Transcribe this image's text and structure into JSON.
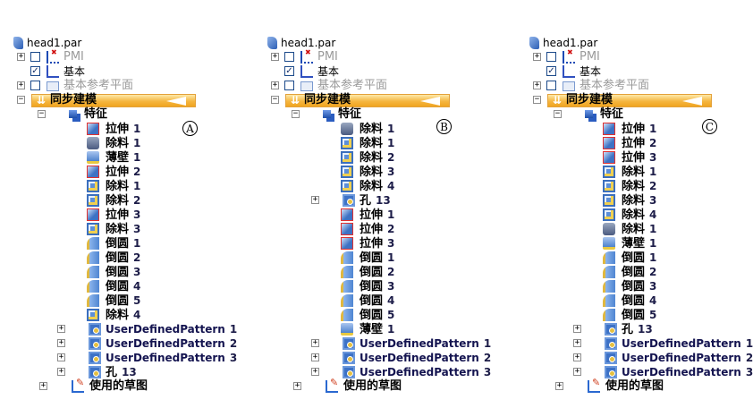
{
  "panels": [
    {
      "id": "A",
      "marker": "A",
      "root": "head1.par",
      "top": [
        {
          "label": "PMI",
          "icon": "pmi-icon",
          "exp": "+",
          "checked": false,
          "style": "grey"
        },
        {
          "label": "基本",
          "icon": "csys-icon",
          "exp": "",
          "checked": true,
          "style": "norm"
        },
        {
          "label": "基本参考平面",
          "icon": "plane-icon",
          "exp": "+",
          "checked": false,
          "style": "grey"
        }
      ],
      "sync": "同步建模",
      "group": "特征",
      "items": [
        {
          "label": "拉伸",
          "num": "1",
          "icon": "extrude"
        },
        {
          "label": "除料",
          "num": "1",
          "icon": "revcut"
        },
        {
          "label": "薄壁",
          "num": "1",
          "icon": "thin"
        },
        {
          "label": "拉伸",
          "num": "2",
          "icon": "extrude"
        },
        {
          "label": "除料",
          "num": "1",
          "icon": "cut"
        },
        {
          "label": "除料",
          "num": "2",
          "icon": "cut"
        },
        {
          "label": "拉伸",
          "num": "3",
          "icon": "extrude"
        },
        {
          "label": "除料",
          "num": "3",
          "icon": "cut"
        },
        {
          "label": "倒圆",
          "num": "1",
          "icon": "round"
        },
        {
          "label": "倒圆",
          "num": "2",
          "icon": "round"
        },
        {
          "label": "倒圆",
          "num": "3",
          "icon": "round"
        },
        {
          "label": "倒圆",
          "num": "4",
          "icon": "round"
        },
        {
          "label": "倒圆",
          "num": "5",
          "icon": "round"
        },
        {
          "label": "除料",
          "num": "4",
          "icon": "cut"
        },
        {
          "label": "UserDefinedPattern",
          "num": "1",
          "icon": "pattern",
          "exp": true
        },
        {
          "label": "UserDefinedPattern",
          "num": "2",
          "icon": "pattern",
          "exp": true
        },
        {
          "label": "UserDefinedPattern",
          "num": "3",
          "icon": "pattern",
          "exp": true
        },
        {
          "label": "孔",
          "num": "13",
          "icon": "pattern",
          "exp": true
        }
      ],
      "sketches": "使用的草图"
    },
    {
      "id": "B",
      "marker": "B",
      "root": "head1.par",
      "top": [
        {
          "label": "PMI",
          "icon": "pmi-icon",
          "exp": "+",
          "checked": false,
          "style": "grey"
        },
        {
          "label": "基本",
          "icon": "csys-icon",
          "exp": "",
          "checked": true,
          "style": "norm"
        },
        {
          "label": "基本参考平面",
          "icon": "plane-icon",
          "exp": "+",
          "checked": false,
          "style": "grey"
        }
      ],
      "sync": "同步建模",
      "group": "特征",
      "items": [
        {
          "label": "除料",
          "num": "1",
          "icon": "revcut"
        },
        {
          "label": "除料",
          "num": "1",
          "icon": "cut"
        },
        {
          "label": "除料",
          "num": "2",
          "icon": "cut"
        },
        {
          "label": "除料",
          "num": "3",
          "icon": "cut"
        },
        {
          "label": "除料",
          "num": "4",
          "icon": "cut"
        },
        {
          "label": "孔",
          "num": "13",
          "icon": "pattern",
          "exp": true
        },
        {
          "label": "拉伸",
          "num": "1",
          "icon": "extrude"
        },
        {
          "label": "拉伸",
          "num": "2",
          "icon": "extrude"
        },
        {
          "label": "拉伸",
          "num": "3",
          "icon": "extrude"
        },
        {
          "label": "倒圆",
          "num": "1",
          "icon": "round"
        },
        {
          "label": "倒圆",
          "num": "2",
          "icon": "round"
        },
        {
          "label": "倒圆",
          "num": "3",
          "icon": "round"
        },
        {
          "label": "倒圆",
          "num": "4",
          "icon": "round"
        },
        {
          "label": "倒圆",
          "num": "5",
          "icon": "round"
        },
        {
          "label": "薄壁",
          "num": "1",
          "icon": "thin"
        },
        {
          "label": "UserDefinedPattern",
          "num": "1",
          "icon": "pattern",
          "exp": true
        },
        {
          "label": "UserDefinedPattern",
          "num": "2",
          "icon": "pattern",
          "exp": true
        },
        {
          "label": "UserDefinedPattern",
          "num": "3",
          "icon": "pattern",
          "exp": true
        }
      ],
      "sketches": "使用的草图"
    },
    {
      "id": "C",
      "marker": "C",
      "root": "head1.par",
      "top": [
        {
          "label": "PMI",
          "icon": "pmi-icon",
          "exp": "+",
          "checked": false,
          "style": "grey"
        },
        {
          "label": "基本",
          "icon": "csys-icon",
          "exp": "",
          "checked": true,
          "style": "norm"
        },
        {
          "label": "基本参考平面",
          "icon": "plane-icon",
          "exp": "+",
          "checked": false,
          "style": "grey"
        }
      ],
      "sync": "同步建模",
      "group": "特征",
      "items": [
        {
          "label": "拉伸",
          "num": "1",
          "icon": "extrude"
        },
        {
          "label": "拉伸",
          "num": "2",
          "icon": "extrude"
        },
        {
          "label": "拉伸",
          "num": "3",
          "icon": "extrude"
        },
        {
          "label": "除料",
          "num": "1",
          "icon": "cut"
        },
        {
          "label": "除料",
          "num": "2",
          "icon": "cut"
        },
        {
          "label": "除料",
          "num": "3",
          "icon": "cut"
        },
        {
          "label": "除料",
          "num": "4",
          "icon": "cut"
        },
        {
          "label": "除料",
          "num": "1",
          "icon": "revcut"
        },
        {
          "label": "薄壁",
          "num": "1",
          "icon": "thin"
        },
        {
          "label": "倒圆",
          "num": "1",
          "icon": "round"
        },
        {
          "label": "倒圆",
          "num": "2",
          "icon": "round"
        },
        {
          "label": "倒圆",
          "num": "3",
          "icon": "round"
        },
        {
          "label": "倒圆",
          "num": "4",
          "icon": "round"
        },
        {
          "label": "倒圆",
          "num": "5",
          "icon": "round"
        },
        {
          "label": "孔",
          "num": "13",
          "icon": "pattern",
          "exp": true
        },
        {
          "label": "UserDefinedPattern",
          "num": "1",
          "icon": "pattern",
          "exp": true
        },
        {
          "label": "UserDefinedPattern",
          "num": "2",
          "icon": "pattern",
          "exp": true
        },
        {
          "label": "UserDefinedPattern",
          "num": "3",
          "icon": "pattern",
          "exp": true
        }
      ],
      "sketches": "使用的草图"
    }
  ]
}
